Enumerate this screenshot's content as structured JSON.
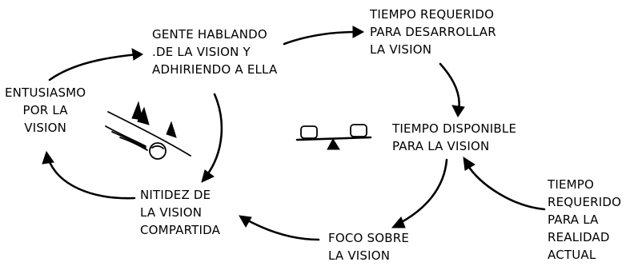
{
  "diagram": {
    "nodes": {
      "gente": [
        "GENTE HABLANDO",
        ".DE LA VISION Y",
        "ADHIRIENDO A ELLA"
      ],
      "tiempo_requerido": [
        "TIEMPO REQUERIDO",
        "PARA DESARROLLAR",
        "LA VISION"
      ],
      "entusiasmo": [
        "ENTUSIASMO",
        "POR LA",
        "VISION"
      ],
      "tiempo_disponible": [
        "TIEMPO DISPONIBLE",
        "PARA LA VISION"
      ],
      "nitidez": [
        "NITIDEZ DE",
        "LA VISION",
        "COMPARTIDA"
      ],
      "foco": [
        "FOCO SOBRE",
        "LA VISION"
      ],
      "tiempo_realidad": [
        "TIEMPO",
        "REQUERIDO",
        "PARA LA",
        "REALIDAD",
        "ACTUAL"
      ]
    },
    "icons": [
      "balance-seesaw-icon",
      "snowball-rolling-downhill-icon"
    ]
  }
}
